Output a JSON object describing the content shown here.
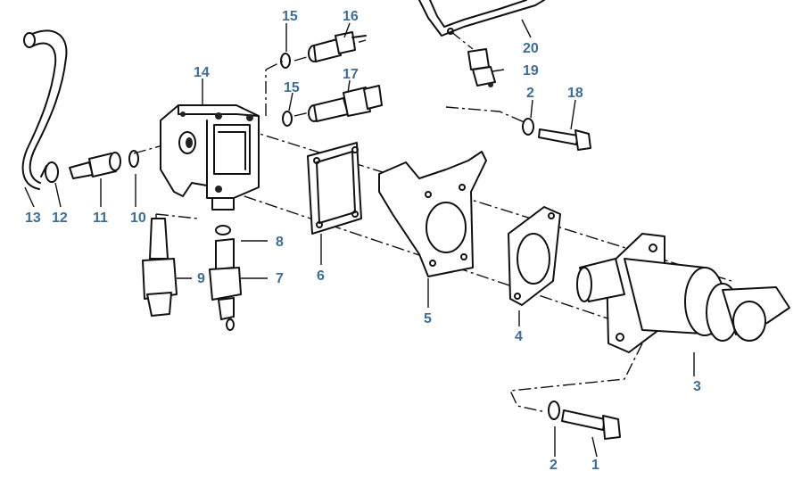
{
  "diagram": {
    "callouts": [
      {
        "id": "c1",
        "text": "1"
      },
      {
        "id": "c2a",
        "text": "2"
      },
      {
        "id": "c2b",
        "text": "2"
      },
      {
        "id": "c3",
        "text": "3"
      },
      {
        "id": "c4",
        "text": "4"
      },
      {
        "id": "c5",
        "text": "5"
      },
      {
        "id": "c6",
        "text": "6"
      },
      {
        "id": "c7",
        "text": "7"
      },
      {
        "id": "c8",
        "text": "8"
      },
      {
        "id": "c9",
        "text": "9"
      },
      {
        "id": "c10",
        "text": "10"
      },
      {
        "id": "c11",
        "text": "11"
      },
      {
        "id": "c12",
        "text": "12"
      },
      {
        "id": "c13",
        "text": "13"
      },
      {
        "id": "c14",
        "text": "14"
      },
      {
        "id": "c15a",
        "text": "15"
      },
      {
        "id": "c15b",
        "text": "15"
      },
      {
        "id": "c16",
        "text": "16"
      },
      {
        "id": "c17",
        "text": "17"
      },
      {
        "id": "c18",
        "text": "18"
      },
      {
        "id": "c19",
        "text": "19"
      },
      {
        "id": "c20",
        "text": "20"
      }
    ],
    "colors": {
      "label": "#3d6e99",
      "line": "#111111",
      "background": "#ffffff"
    }
  }
}
